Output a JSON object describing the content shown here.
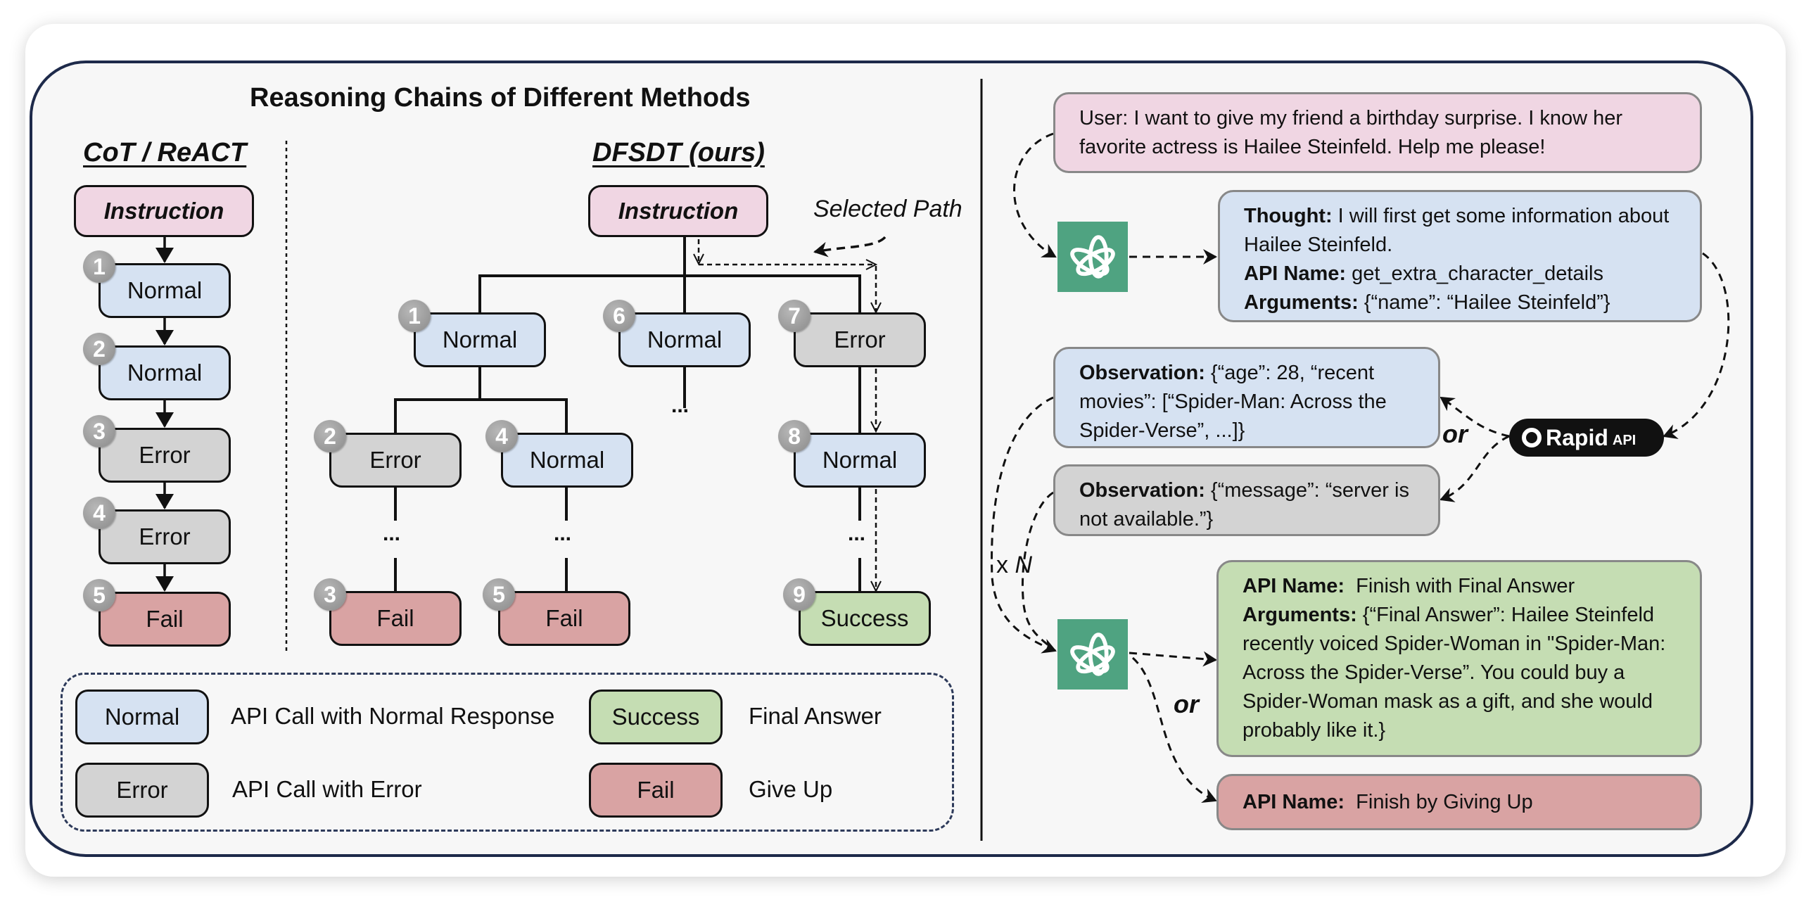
{
  "title": "Reasoning Chains of Different Methods",
  "left_panel": {
    "cot": {
      "heading": "CoT / ReACT",
      "instruction": "Instruction",
      "nodes": [
        {
          "n": "1",
          "label": "Normal",
          "type": "normal"
        },
        {
          "n": "2",
          "label": "Normal",
          "type": "normal"
        },
        {
          "n": "3",
          "label": "Error",
          "type": "error"
        },
        {
          "n": "4",
          "label": "Error",
          "type": "error"
        },
        {
          "n": "5",
          "label": "Fail",
          "type": "fail"
        }
      ]
    },
    "dfsdt": {
      "heading": "DFSDT (ours)",
      "instruction": "Instruction",
      "selected_path_label": "Selected Path",
      "nodes": [
        {
          "n": "1",
          "label": "Normal",
          "type": "normal"
        },
        {
          "n": "2",
          "label": "Error",
          "type": "error"
        },
        {
          "n": "3",
          "label": "Fail",
          "type": "fail"
        },
        {
          "n": "4",
          "label": "Normal",
          "type": "normal"
        },
        {
          "n": "5",
          "label": "Fail",
          "type": "fail"
        },
        {
          "n": "6",
          "label": "Normal",
          "type": "normal"
        },
        {
          "n": "7",
          "label": "Error",
          "type": "error"
        },
        {
          "n": "8",
          "label": "Normal",
          "type": "normal"
        },
        {
          "n": "9",
          "label": "Success",
          "type": "success"
        }
      ],
      "ellipsis": "..."
    },
    "legend": [
      {
        "label": "Normal",
        "description": "API Call with Normal Response",
        "type": "normal"
      },
      {
        "label": "Error",
        "description": "API Call with Error",
        "type": "error"
      },
      {
        "label": "Success",
        "description": "Final Answer",
        "type": "success"
      },
      {
        "label": "Fail",
        "description": "Give Up",
        "type": "fail"
      }
    ]
  },
  "right_panel": {
    "user_message": "User: I want to give my friend a birthday surprise. I know her favorite actress is Hailee Steinfeld. Help me please!",
    "thought_box": {
      "thought_label": "Thought:",
      "thought_text": " I will first get some information about Hailee Steinfeld.",
      "api_label": "API Name:",
      "api_text": " get_extra_character_details",
      "args_label": "Arguments:",
      "args_text": " {“name”: “Hailee Steinfeld”}"
    },
    "observation_ok": {
      "label": "Observation:",
      "text": " {“age”: 28, “recent movies”: [“Spider-Man: Across the Spider-Verse”, ...]}"
    },
    "observation_err": {
      "label": "Observation:",
      "text": " {“message”: “server is not available.”}"
    },
    "rapid_api": {
      "name": "Rapid",
      "suffix": "API"
    },
    "or_label": "or",
    "repeat_label": "x",
    "repeat_var": "N",
    "final_box": {
      "api_label": "API Name:",
      "api_text": "  Finish with Final Answer",
      "args_label": "Arguments:",
      "args_text": " {“Final Answer”: Hailee Steinfeld recently voiced Spider-Woman in \"Spider-Man: Across the Spider-Verse”.  You could buy a Spider-Woman mask as a gift, and she would probably like it.}"
    },
    "giveup_box": {
      "api_label": "API Name:",
      "api_text": "  Finish by Giving Up"
    }
  },
  "colors": {
    "normal": "#d6e2f2",
    "error": "#d3d3d3",
    "fail": "#d9a3a3",
    "success": "#c5ddb3",
    "instruction": "#f0d6e3",
    "openai_green": "#4fa381",
    "frame": "#1e2a4a"
  }
}
